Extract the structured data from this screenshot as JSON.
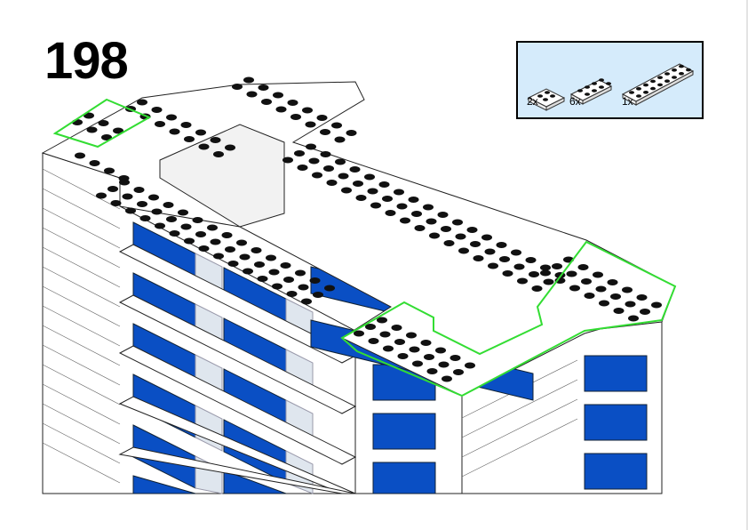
{
  "step_number": "198",
  "parts_callout": {
    "items": [
      {
        "part": "plate-2x2",
        "quantity": "2x"
      },
      {
        "part": "plate-2x4",
        "quantity": "6x"
      },
      {
        "part": "plate-2x8",
        "quantity": "1x"
      }
    ],
    "background": "#d5ebfb"
  },
  "colors": {
    "highlight": "#33dd33",
    "window_blue": "#0a4fc4",
    "glass": "#dfe6ee"
  }
}
